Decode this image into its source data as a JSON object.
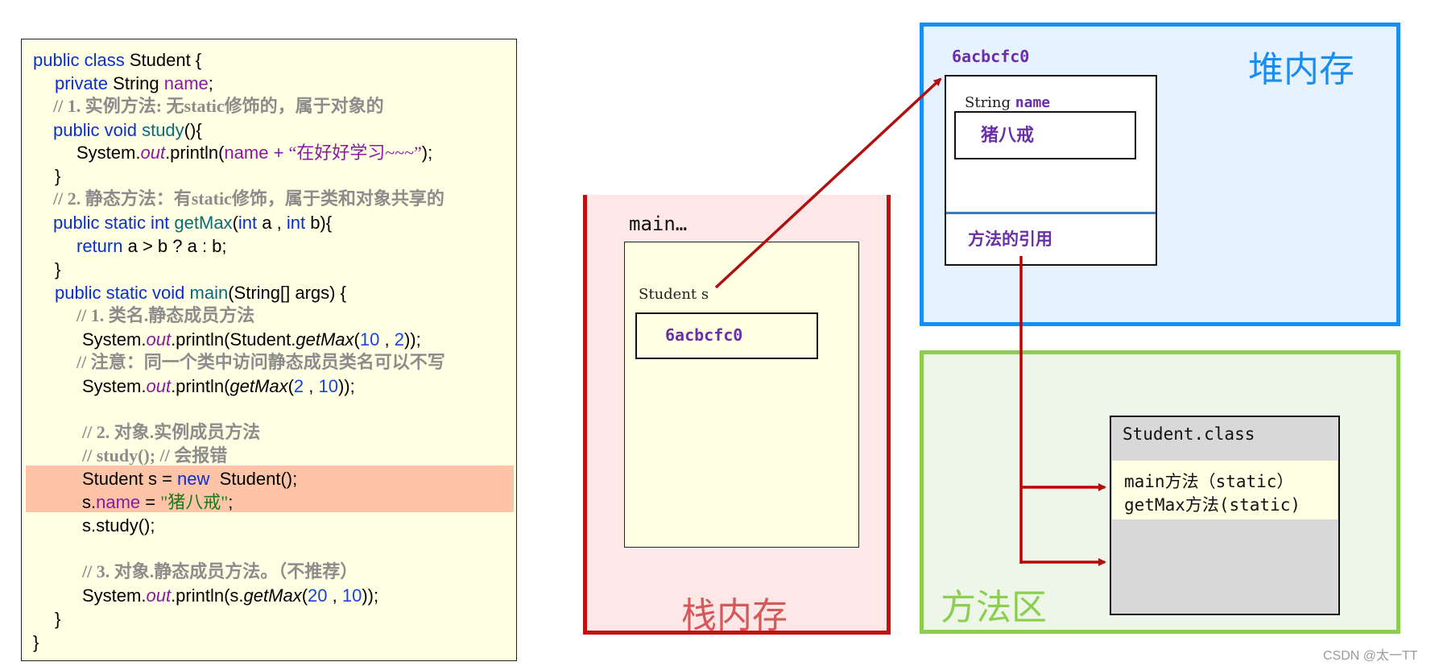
{
  "code": {
    "l1": {
      "a": "public class ",
      "b": "Student {"
    },
    "l2": {
      "a": "private ",
      "b": "String ",
      "c": "name",
      "d": ";"
    },
    "l3": "// 1. 实例方法: 无static修饰的，属于对象的",
    "l4": {
      "a": "public void ",
      "b": "study",
      "c": "(){"
    },
    "l5": {
      "a": "System.",
      "b": "out",
      "c": ".println(",
      "d": "name + ",
      "e": "“在好好学习~~~”",
      "f": ");"
    },
    "l6": "}",
    "l7": "// 2. 静态方法：有static修饰，属于类和对象共享的",
    "l8": {
      "a": "public static int ",
      "b": "getMax",
      "c": "(",
      "d": "int ",
      "e": "a , ",
      "f": "int ",
      "g": "b){"
    },
    "l9": {
      "a": "return ",
      "b": "a > b ? a : b;"
    },
    "l10": "}",
    "l11": {
      "a": "public static void ",
      "b": "main",
      "c": "(String[] args) {"
    },
    "l12": "// 1. 类名.静态成员方法",
    "l13": {
      "a": "System.",
      "b": "out",
      "c": ".println(Student.",
      "d": "getMax",
      "e": "(",
      "f": "10",
      "g": " , ",
      "h": "2",
      "i": "));"
    },
    "l14": "// 注意：同一个类中访问静态成员类名可以不写",
    "l15": {
      "a": "System.",
      "b": "out",
      "c": ".println(",
      "d": "getMax",
      "e": "(",
      "f": "2",
      "g": " , ",
      "h": "10",
      "i": "));"
    },
    "l16": "// 2. 对象.实例成员方法",
    "l17": "// study(); // 会报错",
    "l18": {
      "a": "Student s = ",
      "b": "new",
      "c": "  Student();"
    },
    "l19": {
      "a": "s.",
      "b": "name",
      "c": " = ",
      "d": "\"猪八戒\"",
      "e": ";"
    },
    "l20": "s.study();",
    "l21": "// 3. 对象.静态成员方法。（不推荐）",
    "l22": {
      "a": "System.",
      "b": "out",
      "c": ".println(s.",
      "d": "getMax",
      "e": "(",
      "f": "20",
      "g": " , ",
      "h": "10",
      "i": "));"
    },
    "l23": "}",
    "l24": "}"
  },
  "stack": {
    "frame_label": "main…",
    "var_label": "Student s",
    "ref_value": "6acbcfc0",
    "area_label": "栈内存"
  },
  "heap": {
    "area_label": "堆内存",
    "address": "6acbcfc0",
    "field_type": "String ",
    "field_name": "name",
    "field_value": "猪八戒",
    "method_ref": "方法的引用"
  },
  "method_area": {
    "area_label": "方法区",
    "class_name": "Student.class",
    "methods": [
      "main方法（static）",
      "getMax方法(static)"
    ]
  },
  "watermark": "CSDN @太一TT",
  "colors": {
    "stack_border": "#c01010",
    "heap_border": "#1a8ef0",
    "method_border": "#8ccf4e",
    "arrow": "#b01010",
    "address_text": "#6a2fa8"
  }
}
